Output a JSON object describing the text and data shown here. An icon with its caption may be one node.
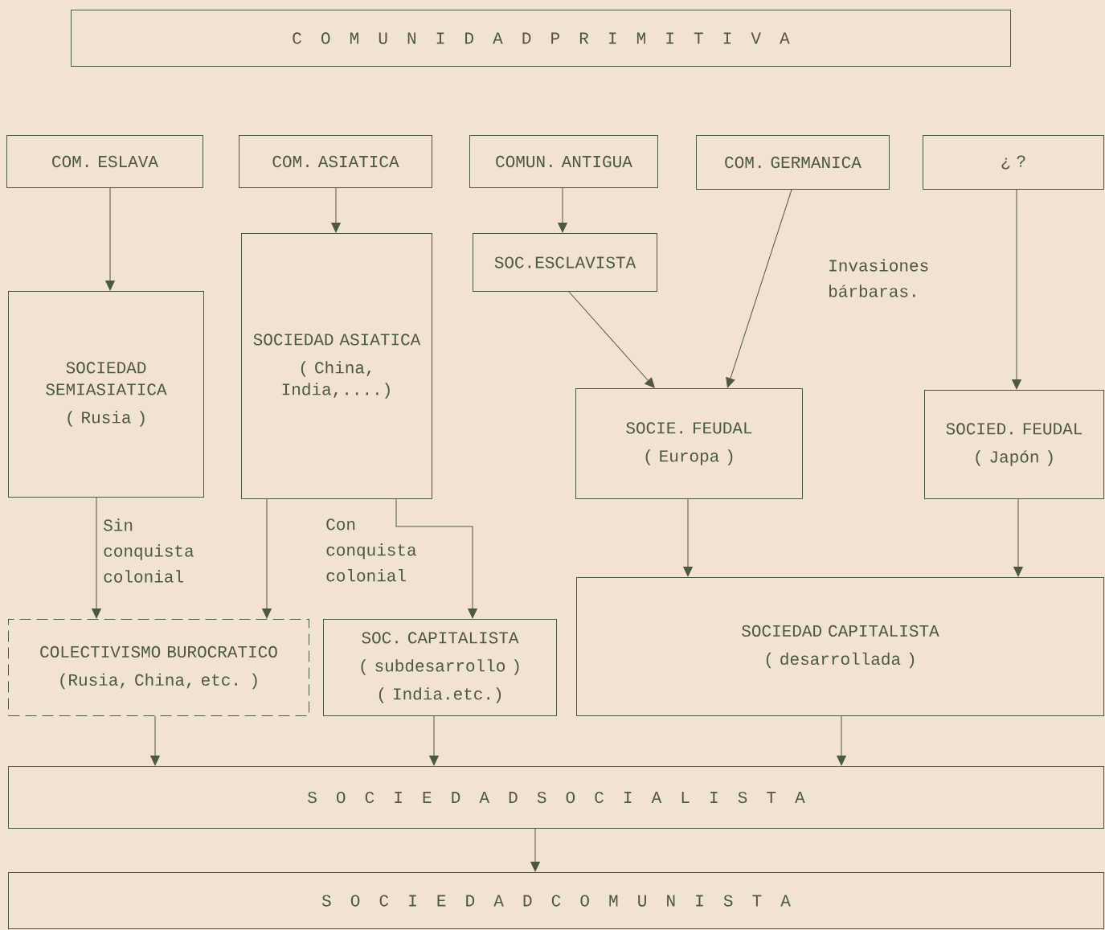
{
  "diagram": {
    "nodes": [
      {
        "text": [
          "C O M U N I D A D P R I M I T I V A"
        ]
      },
      {
        "text": [
          "COM. ESLAVA"
        ]
      },
      {
        "text": [
          "COM. ASIATICA"
        ]
      },
      {
        "text": [
          "COMUN. ANTIGUA"
        ]
      },
      {
        "text": [
          "COM. GERMANICA"
        ]
      },
      {
        "text": [
          "¿ ?"
        ]
      },
      {
        "text": [
          "SOCIEDAD SEMIASIATICA",
          "( Rusia )"
        ]
      },
      {
        "text": [
          "SOCIEDAD ASIATICA",
          "( China, India,....)"
        ]
      },
      {
        "text": [
          "SOC.ESCLAVISTA"
        ]
      },
      {
        "text": [
          "SOCIE. FEUDAL",
          "( Europa )"
        ]
      },
      {
        "text": [
          "SOCIED. FEUDAL",
          "( Japón )"
        ]
      },
      {
        "text": [
          "COLECTIVISMO BUROCRATICO",
          "(Rusia, China, etc. )"
        ]
      },
      {
        "text": [
          "SOC. CAPITALISTA",
          "( subdesarrollo )",
          "( India.etc.)"
        ]
      },
      {
        "text": [
          "SOCIEDAD CAPITALISTA",
          "( desarrollada )"
        ]
      },
      {
        "text": [
          "S O C I E D A D S O C I A L I S T A"
        ]
      },
      {
        "text": [
          "S O C I E D A D C O M U N I S T A"
        ]
      }
    ],
    "edges": [
      {
        "from": 1,
        "to": 6,
        "arrow": "to"
      },
      {
        "from": 2,
        "to": 7,
        "arrow": "to"
      },
      {
        "from": 3,
        "to": 8,
        "arrow": "to"
      },
      {
        "from": 8,
        "to": 9,
        "arrow": "to"
      },
      {
        "from": 4,
        "to": 9,
        "arrow": "to",
        "label": "Invasiones bárbaras."
      },
      {
        "from": 5,
        "to": 10,
        "arrow": "to"
      },
      {
        "from": 6,
        "to": 11,
        "arrow": "to",
        "label": "Sin conquista colonial"
      },
      {
        "from": 7,
        "to": 11,
        "arrow": "to"
      },
      {
        "from": 7,
        "to": 12,
        "arrow": "to",
        "label": "Con conquista colonial"
      },
      {
        "from": 9,
        "to": 13,
        "arrow": "to"
      },
      {
        "from": 10,
        "to": 13,
        "arrow": "to"
      },
      {
        "from": 11,
        "to": 14,
        "arrow": "to"
      },
      {
        "from": 12,
        "to": 14,
        "arrow": "to"
      },
      {
        "from": 13,
        "to": 14,
        "arrow": "to"
      },
      {
        "from": 14,
        "to": 15,
        "arrow": "to"
      }
    ]
  }
}
